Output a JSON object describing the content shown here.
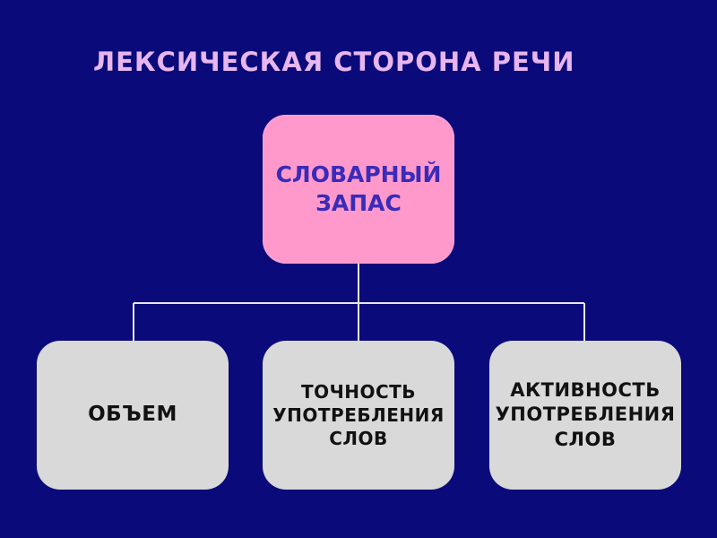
{
  "title": "ЛЕКСИЧЕСКАЯ СТОРОНА РЕЧИ",
  "root": {
    "lines": [
      "СЛОВАРНЫЙ",
      "ЗАПАС"
    ]
  },
  "children": [
    {
      "lines": [
        "ОБЪЕМ"
      ]
    },
    {
      "lines": [
        "ТОЧНОСТЬ",
        "УПОТРЕБЛЕНИЯ",
        "СЛОВ"
      ]
    },
    {
      "lines": [
        "АКТИВНОСТЬ",
        "УПОТРЕБЛЕНИЯ",
        "СЛОВ"
      ]
    }
  ],
  "colors": {
    "background": "#0a0a7a",
    "title": "#e7b6ee",
    "root_fill": "#ff99cc",
    "root_text": "#3a2bb8",
    "child_fill": "#d9d9d9",
    "child_text": "#111111",
    "connector": "#e6e6e6"
  }
}
